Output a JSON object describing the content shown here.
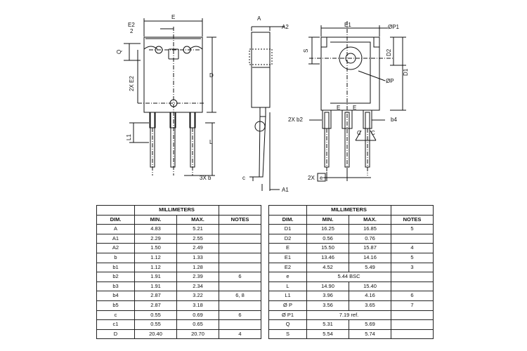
{
  "drawing": {
    "labels": {
      "E": "E",
      "E2_half_num": "E2",
      "E2_half_den": "2",
      "Q": "Q",
      "two_x_E2": "2X E2",
      "D": "D",
      "L1": "L1",
      "L": "L",
      "three_x_b": "3X b",
      "A": "A",
      "A2": "A2",
      "c": "c",
      "A1": "A1",
      "E1": "E1",
      "phi_P1": "ØP1",
      "S": "S",
      "D2": "D2",
      "D1": "D1",
      "phi_P": "ØP",
      "two_x_b2": "2X b2",
      "b4": "b4",
      "E_lead": "E",
      "E_lead2": "E",
      "C1": "C",
      "C2": "C",
      "two_x_e": "2X",
      "e": "e"
    }
  },
  "tables": {
    "header_dim": "DIM.",
    "header_group": "MILLIMETERS",
    "header_min": "MIN.",
    "header_max": "MAX.",
    "header_notes": "NOTES",
    "left_rows": [
      {
        "dim": "A",
        "min": "4.83",
        "max": "5.21",
        "notes": ""
      },
      {
        "dim": "A1",
        "min": "2.29",
        "max": "2.55",
        "notes": ""
      },
      {
        "dim": "A2",
        "min": "1.50",
        "max": "2.49",
        "notes": ""
      },
      {
        "dim": "b",
        "min": "1.12",
        "max": "1.33",
        "notes": ""
      },
      {
        "dim": "b1",
        "min": "1.12",
        "max": "1.28",
        "notes": ""
      },
      {
        "dim": "b2",
        "min": "1.91",
        "max": "2.39",
        "notes": "6"
      },
      {
        "dim": "b3",
        "min": "1.91",
        "max": "2.34",
        "notes": ""
      },
      {
        "dim": "b4",
        "min": "2.87",
        "max": "3.22",
        "notes": "6, 8"
      },
      {
        "dim": "b5",
        "min": "2.87",
        "max": "3.18",
        "notes": ""
      },
      {
        "dim": "c",
        "min": "0.55",
        "max": "0.69",
        "notes": "6"
      },
      {
        "dim": "c1",
        "min": "0.55",
        "max": "0.65",
        "notes": ""
      },
      {
        "dim": "D",
        "min": "20.40",
        "max": "20.70",
        "notes": "4"
      }
    ],
    "right_rows": [
      {
        "dim": "D1",
        "min": "16.25",
        "max": "16.85",
        "notes": "5"
      },
      {
        "dim": "D2",
        "min": "0.56",
        "max": "0.76",
        "notes": ""
      },
      {
        "dim": "E",
        "min": "15.50",
        "max": "15.87",
        "notes": "4"
      },
      {
        "dim": "E1",
        "min": "13.46",
        "max": "14.16",
        "notes": "5"
      },
      {
        "dim": "E2",
        "min": "4.52",
        "max": "5.49",
        "notes": "3"
      },
      {
        "dim": "e",
        "merged": "5.44 BSC",
        "notes": ""
      },
      {
        "dim": "L",
        "min": "14.90",
        "max": "15.40",
        "notes": ""
      },
      {
        "dim": "L1",
        "min": "3.96",
        "max": "4.16",
        "notes": "6"
      },
      {
        "dim": "Ø P",
        "min": "3.56",
        "max": "3.65",
        "notes": "7"
      },
      {
        "dim": "Ø P1",
        "merged": "7.19 ref.",
        "notes": ""
      },
      {
        "dim": "Q",
        "min": "5.31",
        "max": "5.69",
        "notes": ""
      },
      {
        "dim": "S",
        "min": "5.54",
        "max": "5.74",
        "notes": ""
      }
    ]
  }
}
